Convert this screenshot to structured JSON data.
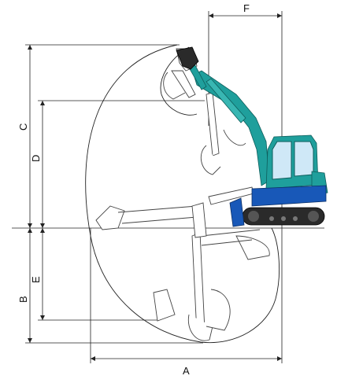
{
  "labels": {
    "a": "A",
    "b": "B",
    "c": "C",
    "d": "D",
    "e": "E",
    "f": "F"
  },
  "colors": {
    "body": "#1f9f9c",
    "track_frame": "#1858b8",
    "track": "#2a2a2a",
    "lines": "#222222"
  }
}
